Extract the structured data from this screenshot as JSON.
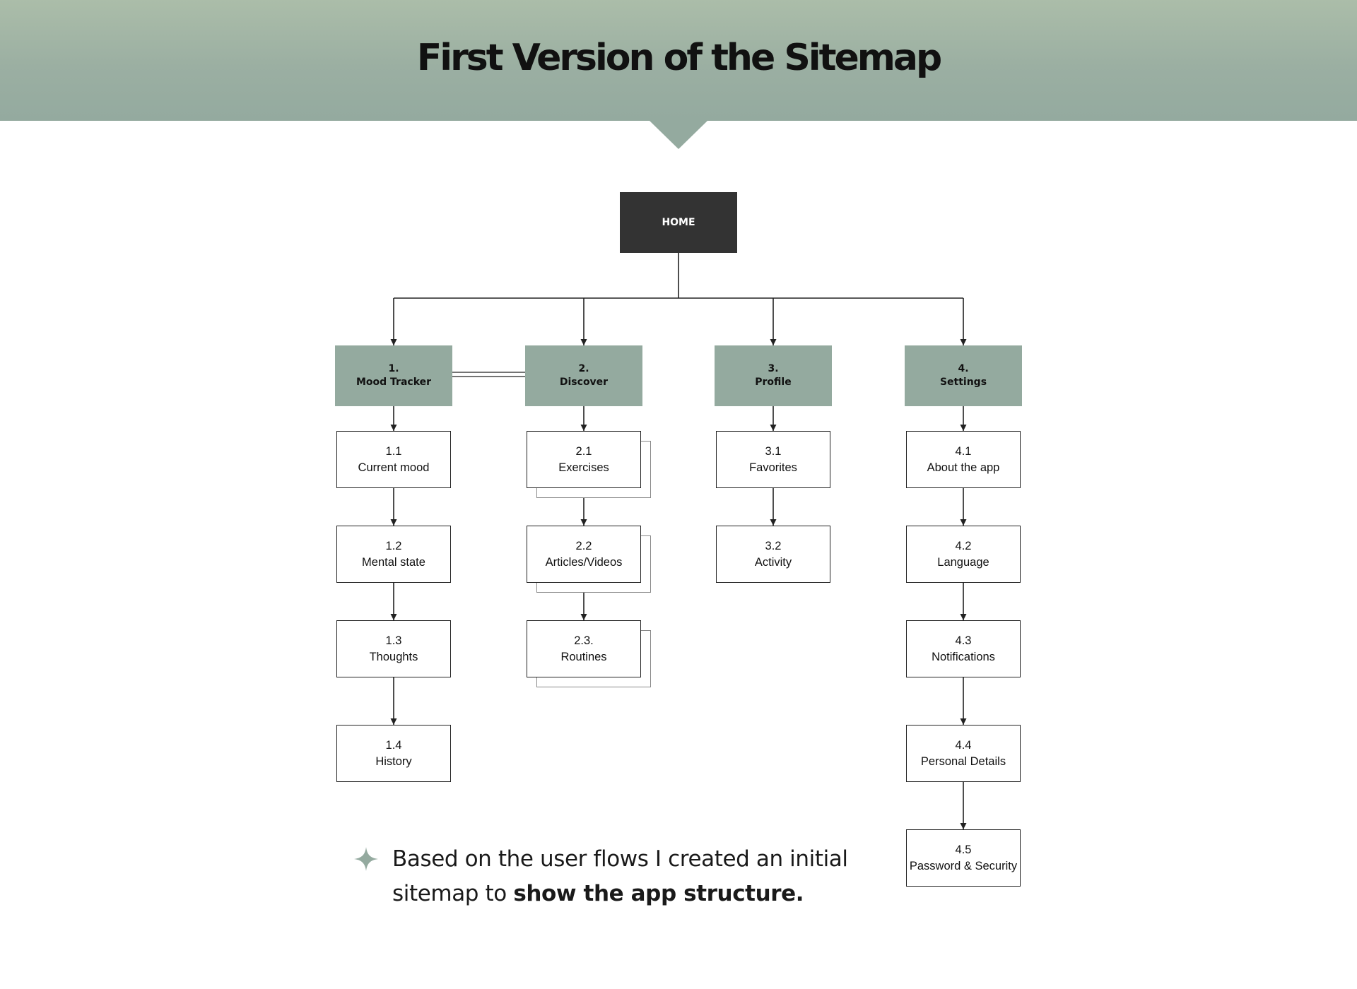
{
  "header": {
    "title": "First Version of the Sitemap",
    "background_color": "#9bafa2"
  },
  "sitemap": {
    "root": "HOME",
    "categories": [
      {
        "number": "1.",
        "label": "Mood Tracker",
        "children": [
          {
            "number": "1.1",
            "label": "Current mood"
          },
          {
            "number": "1.2",
            "label": "Mental state"
          },
          {
            "number": "1.3",
            "label": "Thoughts"
          },
          {
            "number": "1.4",
            "label": "History"
          }
        ]
      },
      {
        "number": "2.",
        "label": "Discover",
        "children": [
          {
            "number": "2.1",
            "label": "Exercises"
          },
          {
            "number": "2.2",
            "label": "Articles/Videos"
          },
          {
            "number": "2.3.",
            "label": "Routines"
          }
        ]
      },
      {
        "number": "3.",
        "label": "Profile",
        "children": [
          {
            "number": "3.1",
            "label": "Favorites"
          },
          {
            "number": "3.2",
            "label": "Activity"
          }
        ]
      },
      {
        "number": "4.",
        "label": "Settings",
        "children": [
          {
            "number": "4.1",
            "label": "About the app"
          },
          {
            "number": "4.2",
            "label": "Language"
          },
          {
            "number": "4.3",
            "label": "Notifications"
          },
          {
            "number": "4.4",
            "label": "Personal Details"
          },
          {
            "number": "4.5",
            "label": "Password & Security"
          }
        ]
      }
    ],
    "colors": {
      "root_fill": "#333333",
      "category_fill": "#94aa9f",
      "line": "#222222"
    }
  },
  "note": {
    "text_plain": "Based on the user flows I created an initial sitemap to",
    "text_bold": "show the app structure.",
    "icon": "sparkle-icon"
  }
}
